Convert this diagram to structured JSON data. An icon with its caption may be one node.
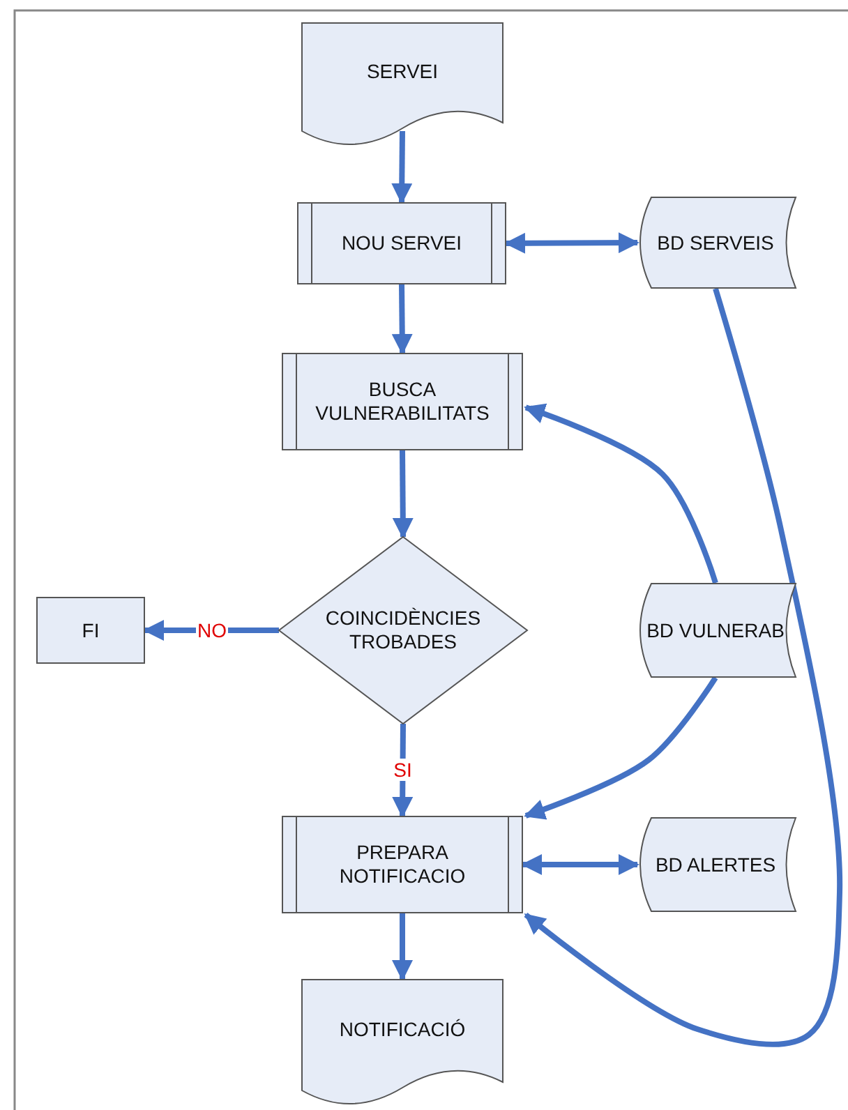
{
  "diagram": {
    "nodes": [
      {
        "text": [
          "SERVEI"
        ]
      },
      {
        "text": [
          "NOU SERVEI"
        ]
      },
      {
        "text": [
          "BD SERVEIS"
        ]
      },
      {
        "text": [
          "BUSCA VULNERABILITATS"
        ]
      },
      {
        "text": [
          "FI"
        ]
      },
      {
        "text": [
          "COINCIDÈNCIES TROBADES"
        ]
      },
      {
        "text": [
          "BD VULNERAB"
        ]
      },
      {
        "text": [
          "PREPARA NOTIFICACIO"
        ]
      },
      {
        "text": [
          "BD ALERTES"
        ]
      },
      {
        "text": [
          "NOTIFICACIÓ"
        ]
      }
    ],
    "edges": [
      {
        "from": 0,
        "to": 1,
        "arrow": "to"
      },
      {
        "from": 1,
        "to": 2,
        "arrow": "both"
      },
      {
        "from": 1,
        "to": 3,
        "arrow": "to"
      },
      {
        "from": 6,
        "to": 3,
        "arrow": "to"
      },
      {
        "from": 3,
        "to": 5,
        "arrow": "to"
      },
      {
        "from": 5,
        "to": 4,
        "arrow": "to",
        "label": "NO"
      },
      {
        "from": 5,
        "to": 7,
        "arrow": "to",
        "label": "SI"
      },
      {
        "from": 6,
        "to": 7,
        "arrow": "to"
      },
      {
        "from": 7,
        "to": 8,
        "arrow": "both"
      },
      {
        "from": 7,
        "to": 9,
        "arrow": "to"
      },
      {
        "from": 2,
        "to": 7,
        "arrow": "to"
      }
    ]
  }
}
